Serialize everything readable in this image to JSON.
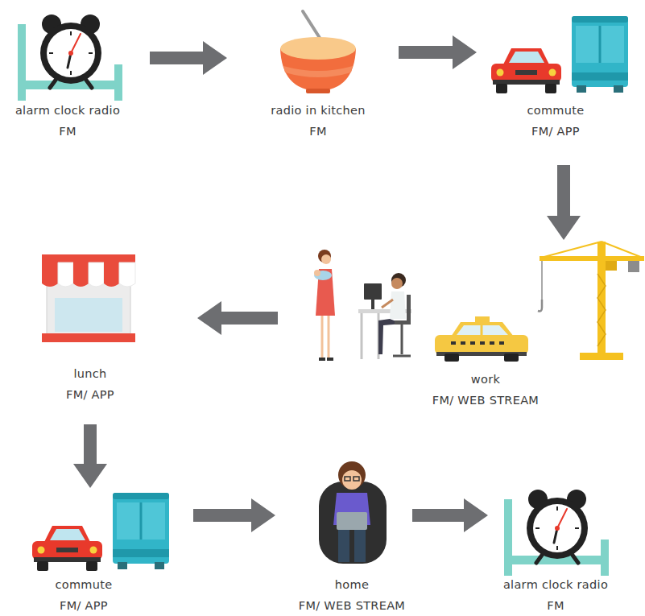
{
  "diagram": {
    "nodes": [
      {
        "text": [
          "alarm clock radio",
          "FM"
        ]
      },
      {
        "text": [
          "radio in kitchen",
          "FM"
        ]
      },
      {
        "text": [
          "commute",
          "FM/ APP"
        ]
      },
      {
        "text": [
          "work",
          "FM/ WEB STREAM"
        ]
      },
      {
        "text": [
          "lunch",
          "FM/ APP"
        ]
      },
      {
        "text": [
          "commute",
          "FM/ APP"
        ]
      },
      {
        "text": [
          "home",
          "FM/ WEB STREAM"
        ]
      },
      {
        "text": [
          "alarm clock radio",
          "FM"
        ]
      }
    ],
    "edges": [
      {
        "from": 0,
        "to": 1,
        "arrow": "to"
      },
      {
        "from": 1,
        "to": 2,
        "arrow": "to"
      },
      {
        "from": 2,
        "to": 3,
        "arrow": "to"
      },
      {
        "from": 3,
        "to": 4,
        "arrow": "to"
      },
      {
        "from": 4,
        "to": 5,
        "arrow": "to"
      },
      {
        "from": 5,
        "to": 6,
        "arrow": "to"
      },
      {
        "from": 6,
        "to": 7,
        "arrow": "to"
      }
    ]
  }
}
